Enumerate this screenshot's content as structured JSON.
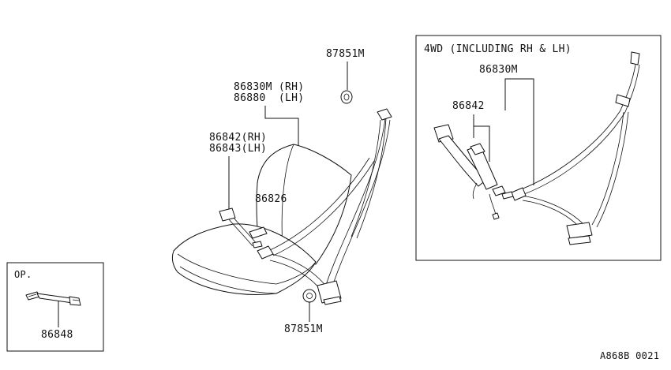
{
  "main_diagram": {
    "callout_top_washer": "87851M",
    "callout_belt_assy_rh": "86830M (RH)",
    "callout_belt_assy_lh": "86880  (LH)",
    "callout_buckle_rh": "86842(RH)",
    "callout_buckle_lh": "86843(LH)",
    "callout_bracket": "86826",
    "callout_bottom_washer": "87851M"
  },
  "inset_4wd": {
    "title": "4WD (INCLUDING RH & LH)",
    "callout_belt_assy": "86830M",
    "callout_buckle": "86842"
  },
  "inset_option": {
    "title": "OP.",
    "callout_extender": "86848"
  },
  "figure_code": "A868B 0021"
}
